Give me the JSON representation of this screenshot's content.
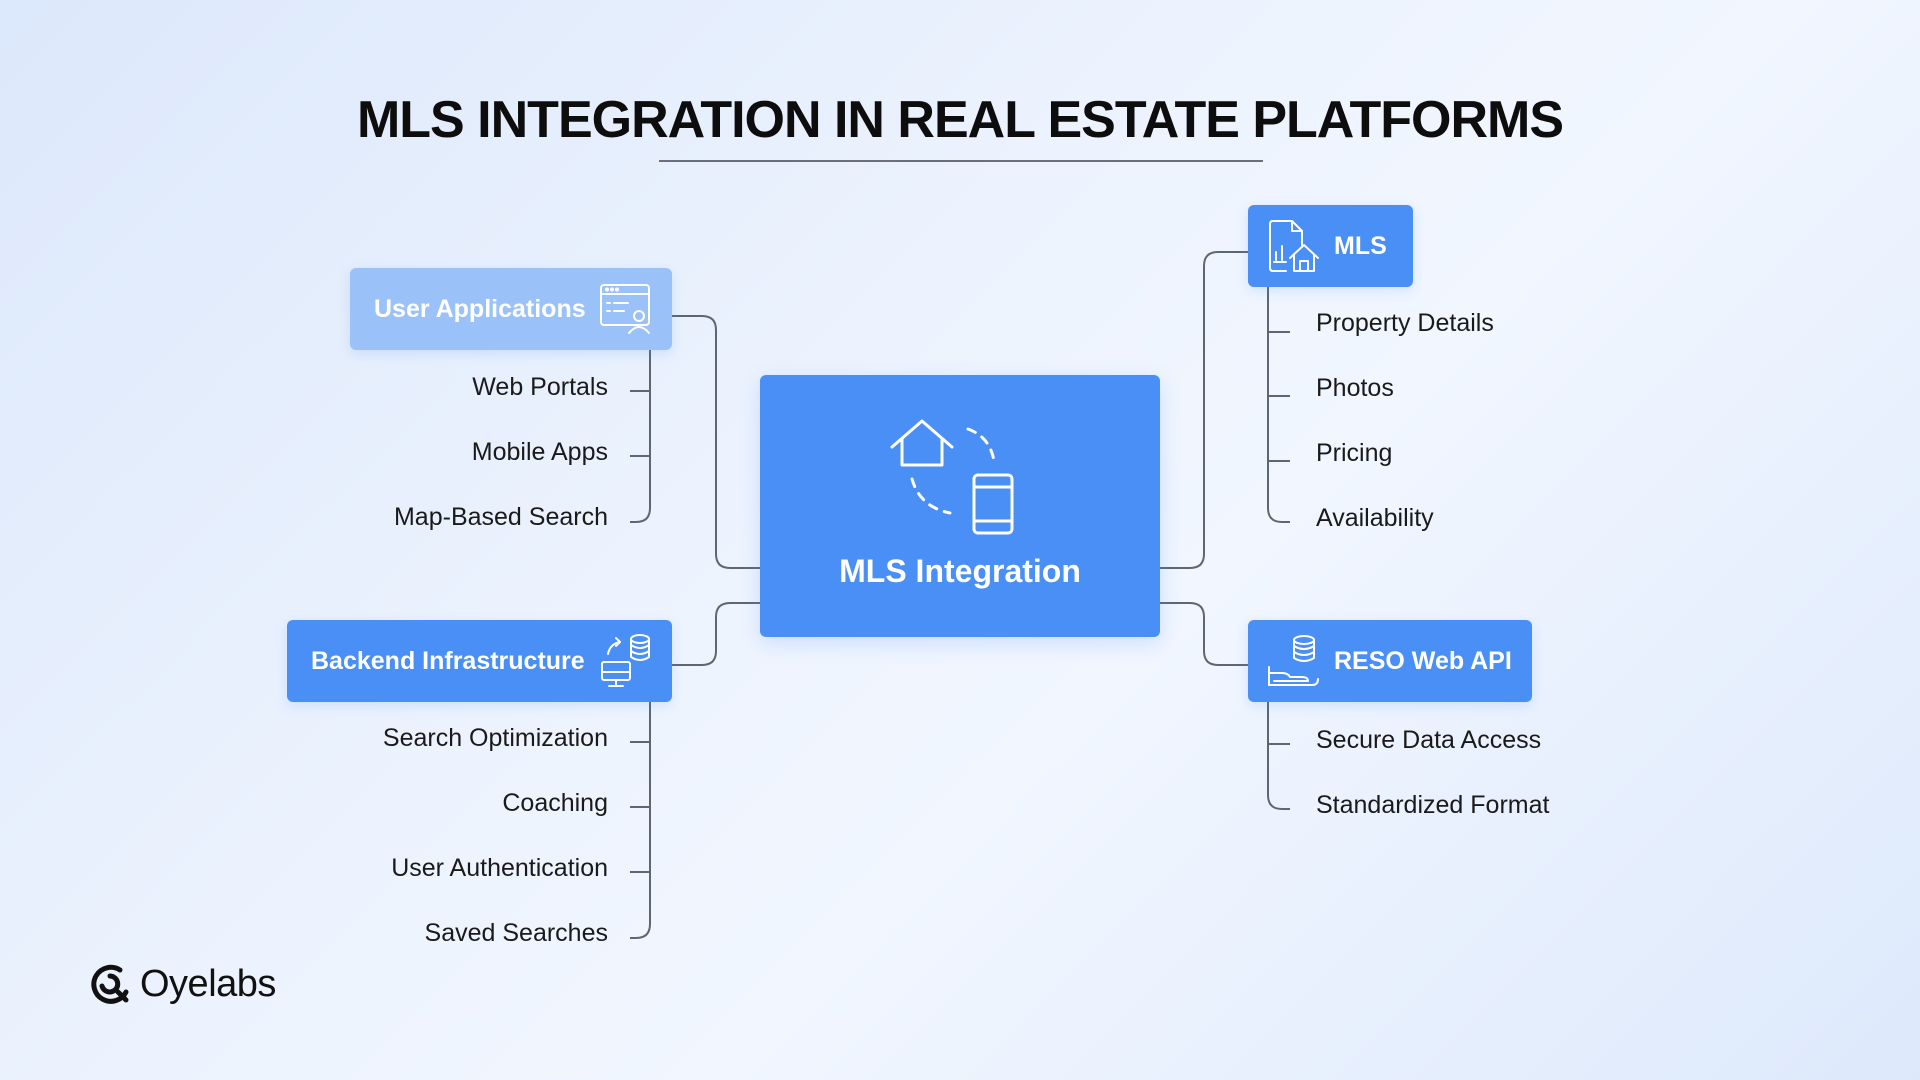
{
  "title": "MLS INTEGRATION IN REAL ESTATE PLATFORMS",
  "center": {
    "label": "MLS Integration"
  },
  "user_applications": {
    "label": "User Applications",
    "items": [
      "Web Portals",
      "Mobile Apps",
      "Map-Based Search"
    ]
  },
  "backend_infrastructure": {
    "label": "Backend Infrastructure",
    "items": [
      "Search Optimization",
      "Coaching",
      "User Authentication",
      "Saved Searches"
    ]
  },
  "mls": {
    "label": "MLS",
    "items": [
      "Property Details",
      "Photos",
      "Pricing",
      "Availability"
    ]
  },
  "reso_web_api": {
    "label": "RESO Web API",
    "items": [
      "Secure Data Access",
      "Standardized Format"
    ]
  },
  "logo": {
    "text": "Oyelabs"
  },
  "colors": {
    "primary_blue": "#4a8ff5",
    "light_blue": "#9bc2f8",
    "connector_gray": "#5f6673",
    "text_dark": "#0d0d0d"
  },
  "icons": {
    "user_applications": "browser-user-icon",
    "backend_infrastructure": "sync-database-monitor-icon",
    "mls": "document-house-icon",
    "reso_web_api": "hand-database-icon",
    "center": "house-phone-sync-icon",
    "logo": "oyelabs-logo-icon"
  }
}
